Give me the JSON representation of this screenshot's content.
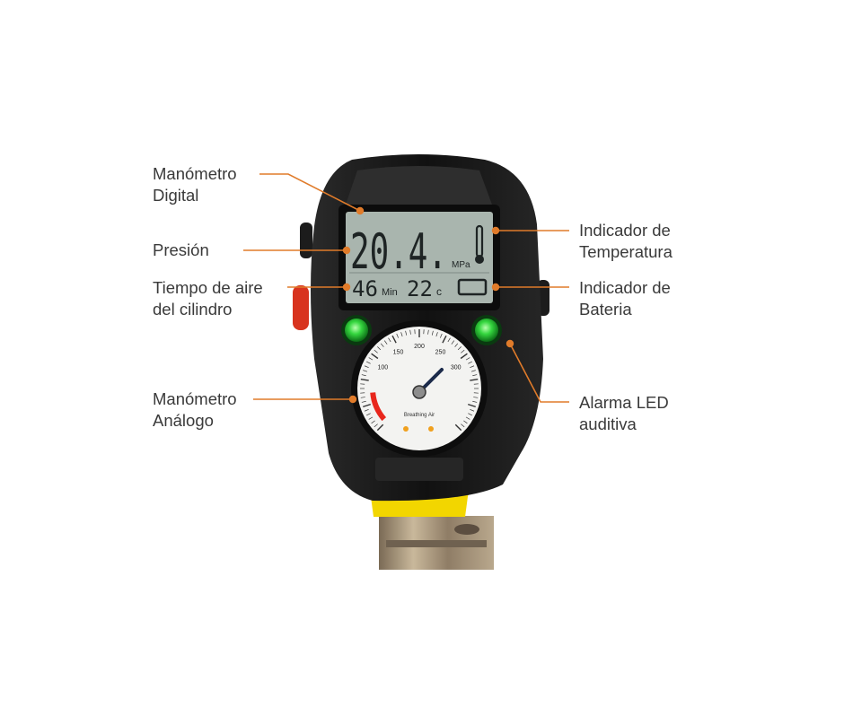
{
  "colors": {
    "accent": "#e07b2a",
    "label_text": "#3a3a3a",
    "body": "#151515",
    "lcd_bg": "#a9b5ae",
    "lcd_text": "#1e2424",
    "led": "#2fd43a",
    "collar": "#f2d600"
  },
  "labels": {
    "digital_gauge": {
      "line1": "Manómetro",
      "line2": "Digital"
    },
    "pressure": {
      "line1": "Presión"
    },
    "cylinder_air_time": {
      "line1": "Tiempo de aire",
      "line2": "del cilindro"
    },
    "analog_gauge": {
      "line1": "Manómetro",
      "line2": "Análogo"
    },
    "temperature_indicator": {
      "line1": "Indicador de",
      "line2": "Temperatura"
    },
    "battery_indicator": {
      "line1": "Indicador de",
      "line2": "Bateria"
    },
    "audible_led_alarm": {
      "line1": "Alarma LED",
      "line2": "auditiva"
    }
  },
  "lcd": {
    "pressure_value": "20.4.",
    "pressure_unit": "MPa",
    "time_value": "46",
    "time_unit": "Min",
    "temp_value": "22",
    "temp_unit": "c"
  },
  "analog_dial": {
    "scale_labels": [
      "100",
      "150",
      "200",
      "250",
      "300"
    ],
    "brand": "Breathing Air"
  }
}
